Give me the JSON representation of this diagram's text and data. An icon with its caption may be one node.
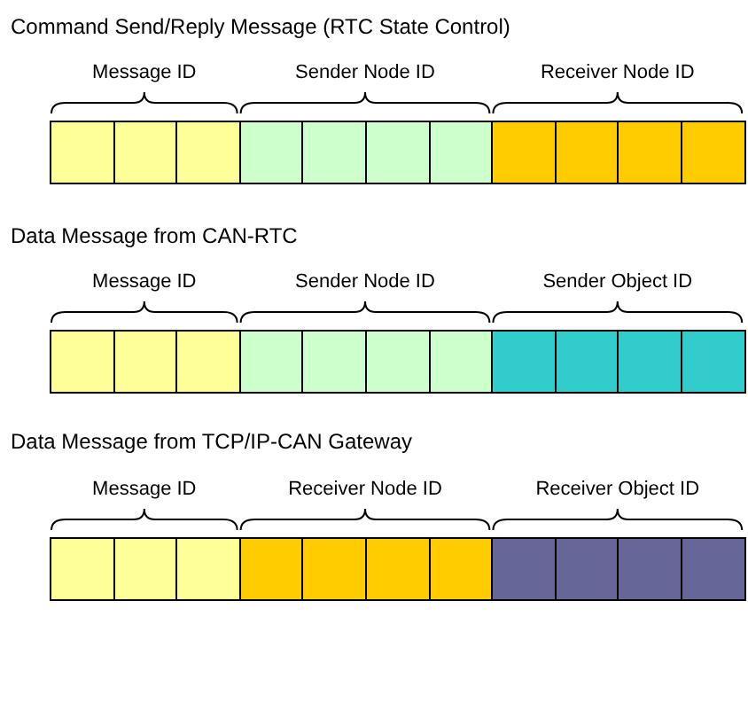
{
  "diagram": {
    "nodes": [
      {
        "text": [],
        "shape": "box"
      },
      {
        "text": [],
        "shape": "box"
      },
      {
        "text": [],
        "shape": "box"
      },
      {
        "text": [],
        "shape": "box"
      },
      {
        "text": [],
        "shape": "box"
      },
      {
        "text": [],
        "shape": "box"
      },
      {
        "text": [],
        "shape": "box"
      },
      {
        "text": [],
        "shape": "box"
      },
      {
        "text": [],
        "shape": "box"
      },
      {
        "text": [],
        "shape": "box"
      },
      {
        "text": [],
        "shape": "box"
      },
      {
        "text": [],
        "shape": "box"
      },
      {
        "text": [],
        "shape": "box"
      },
      {
        "text": [],
        "shape": "box"
      },
      {
        "text": [],
        "shape": "box"
      },
      {
        "text": [],
        "shape": "box"
      },
      {
        "text": [],
        "shape": "box"
      },
      {
        "text": [],
        "shape": "box"
      },
      {
        "text": [],
        "shape": "box"
      },
      {
        "text": [],
        "shape": "box"
      },
      {
        "text": [],
        "shape": "box"
      },
      {
        "text": [],
        "shape": "box"
      },
      {
        "text": [],
        "shape": "box"
      },
      {
        "text": [],
        "shape": "box"
      },
      {
        "text": [],
        "shape": "box"
      },
      {
        "text": [],
        "shape": "box"
      },
      {
        "text": [],
        "shape": "box"
      },
      {
        "text": [],
        "shape": "box"
      },
      {
        "text": [],
        "shape": "box"
      },
      {
        "text": [],
        "shape": "box"
      },
      {
        "text": [],
        "shape": "box"
      },
      {
        "text": [],
        "shape": "box"
      },
      {
        "text": [],
        "shape": "box"
      }
    ],
    "labels": [
      "Command Send/Reply Message (RTC State Control)",
      "Message ID",
      "Sender Node ID",
      "Receiver Node ID",
      "Data Message from CAN-RTC",
      "Message ID",
      "Sender Node ID",
      "Sender Object ID",
      "Data Message from TCP/IP-CAN Gateway",
      "Message ID",
      "Receiver Node ID",
      "Receiver Object ID"
    ]
  }
}
